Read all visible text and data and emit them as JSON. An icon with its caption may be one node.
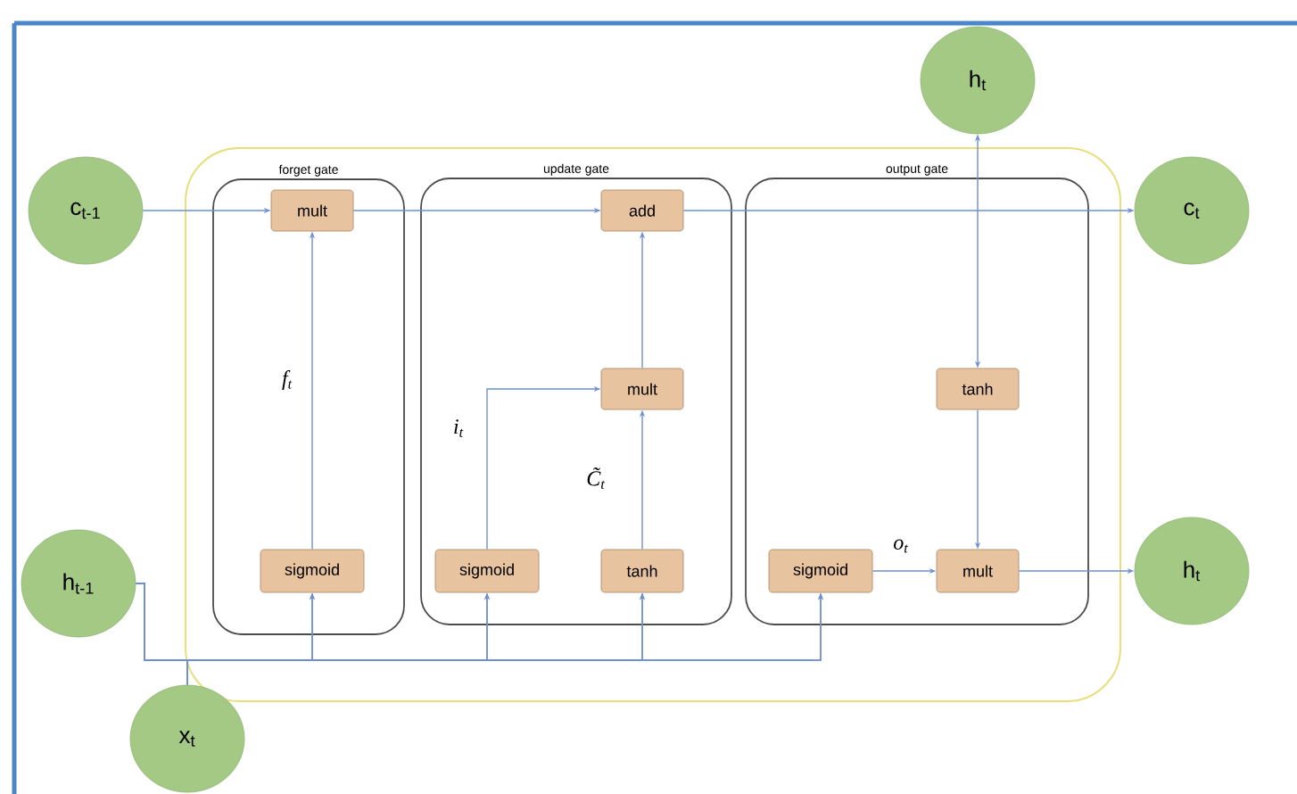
{
  "diagram": {
    "nodes": [
      {
        "text": [
          "c$_{t-1}$"
        ]
      },
      {
        "text": [
          "h$_{t}$"
        ]
      },
      {
        "text": [],
        "shape": "box"
      },
      {
        "text": [
          "forget gate"
        ],
        "in": 2
      },
      {
        "text": [
          "mult"
        ],
        "in": 3
      },
      {
        "text": [
          "sigmoid"
        ],
        "in": 3
      },
      {
        "text": [
          "update gate"
        ],
        "in": 2
      },
      {
        "text": [
          "add"
        ],
        "in": 6
      },
      {
        "text": [
          "mult"
        ],
        "in": 6
      },
      {
        "text": [
          "sigmoid"
        ],
        "in": 6
      },
      {
        "text": [
          "tanh"
        ],
        "in": 6
      },
      {
        "text": [
          "output gate"
        ],
        "in": 2
      },
      {
        "text": [
          "tanh"
        ],
        "in": 11
      },
      {
        "text": [
          "sigmoid"
        ],
        "in": 11
      },
      {
        "text": [
          "mult"
        ],
        "in": 11
      },
      {
        "text": [
          "c$_{t}$"
        ]
      },
      {
        "text": [
          "h$_{t-1}$"
        ]
      },
      {
        "text": [
          "h$_{t}$"
        ]
      },
      {
        "text": [
          "x$_{t}$"
        ]
      }
    ],
    "edges": [
      {
        "from": 0,
        "to": 4,
        "arrow": "to"
      },
      {
        "from": 4,
        "to": 7,
        "arrow": "to"
      },
      {
        "from": 7,
        "to": 15,
        "arrow": "to"
      },
      {
        "from": 12,
        "to": 1,
        "arrow": "both"
      },
      {
        "from": 5,
        "to": 4,
        "arrow": "to",
        "label": "f$_{t}$"
      },
      {
        "from": 9,
        "to": 8,
        "arrow": "to",
        "label": "i$_{t}$"
      },
      {
        "from": 10,
        "to": 8,
        "arrow": "to",
        "label": "C̃$_{t}$"
      },
      {
        "from": 8,
        "to": 7,
        "arrow": "to"
      },
      {
        "from": 12,
        "to": 14,
        "arrow": "to"
      },
      {
        "from": 13,
        "to": 14,
        "arrow": "to",
        "label": "o$_{t}$"
      },
      {
        "from": 14,
        "to": 17,
        "arrow": "to"
      },
      {
        "from": 16,
        "to": 5,
        "arrow": "to"
      },
      {
        "from": 16,
        "to": 9,
        "arrow": "to"
      },
      {
        "from": 16,
        "to": 10,
        "arrow": "to"
      },
      {
        "from": 16,
        "to": 13,
        "arrow": "to"
      },
      {
        "from": 18,
        "to": 5,
        "arrow": "to"
      },
      {
        "from": 18,
        "to": 9,
        "arrow": "to"
      },
      {
        "from": 18,
        "to": 10,
        "arrow": "to"
      },
      {
        "from": 18,
        "to": 13,
        "arrow": "to"
      }
    ]
  }
}
